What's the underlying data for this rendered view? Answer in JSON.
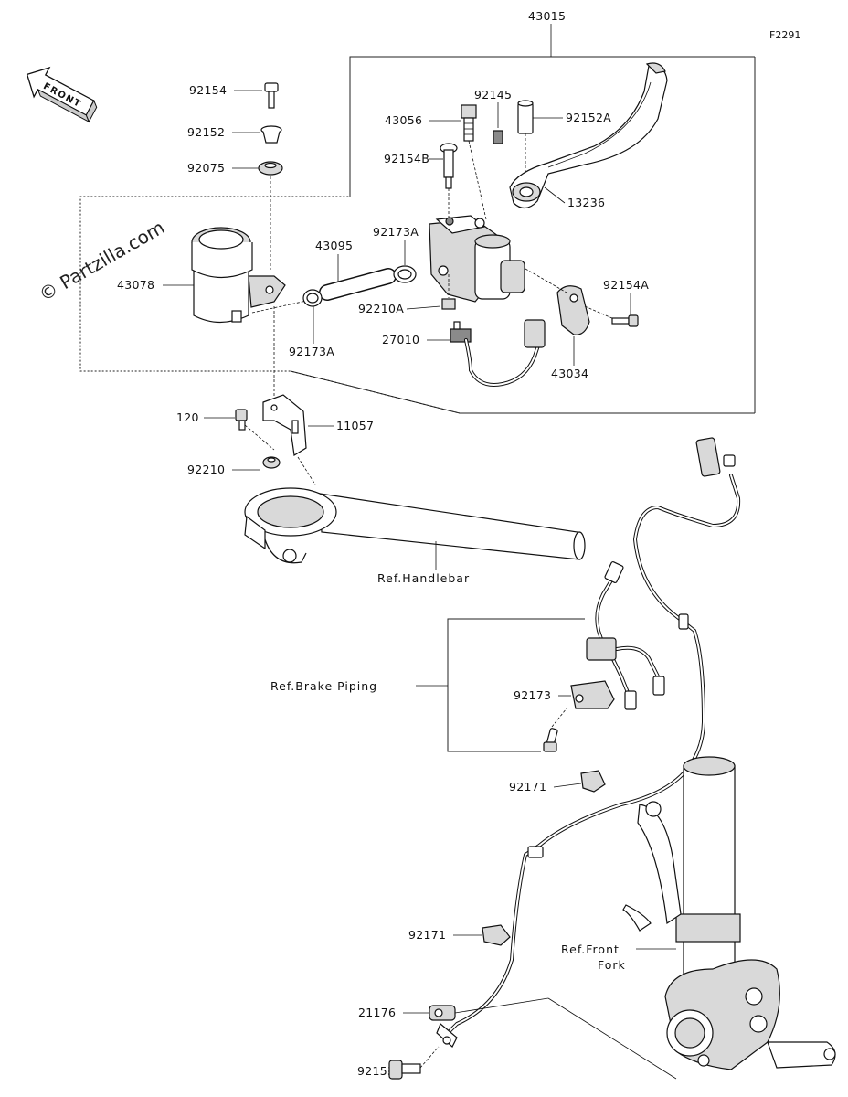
{
  "figure_code": "F2291",
  "watermark": "© Partzilla.com",
  "front_marker": "FRONT",
  "part_labels": {
    "p43015": "43015",
    "p92154": "92154",
    "p92152": "92152",
    "p92075": "92075",
    "p43078": "43078",
    "p43095": "43095",
    "p92173A_upper": "92173A",
    "p92173A_lower": "92173A",
    "p92210A": "92210A",
    "p27010": "27010",
    "p43056": "43056",
    "p92145": "92145",
    "p92152A": "92152A",
    "p92154B": "92154B",
    "p13236": "13236",
    "p92154A": "92154A",
    "p43034": "43034",
    "p120": "120",
    "p11057": "11057",
    "p92210": "92210",
    "p92173": "92173",
    "p92171_upper": "92171",
    "p92171_lower": "92171",
    "p21176": "21176",
    "p92153": "92153"
  },
  "references": {
    "handlebar": "Ref.Handlebar",
    "brake_piping": "Ref.Brake Piping",
    "front_fork_line1": "Ref.Front",
    "front_fork_line2": "Fork"
  }
}
